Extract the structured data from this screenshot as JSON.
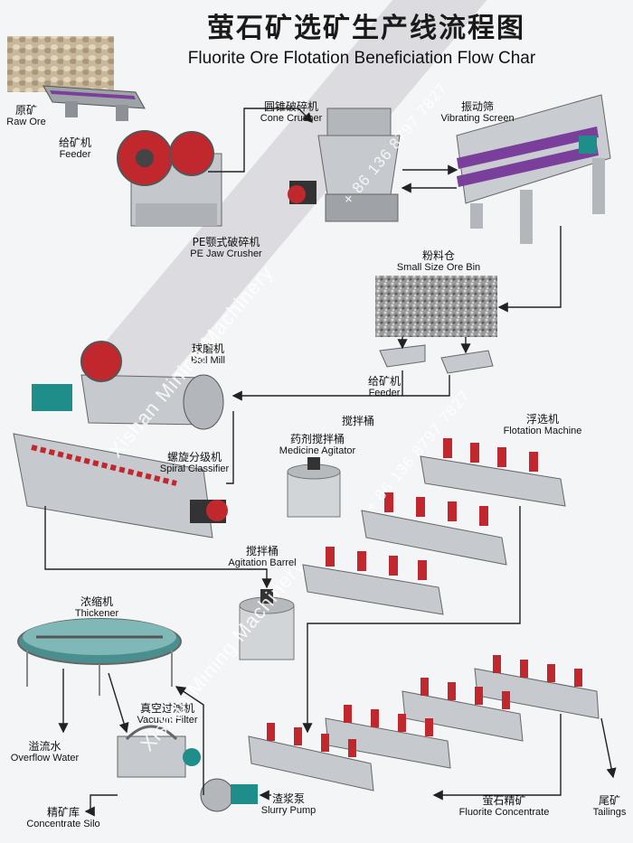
{
  "title": {
    "cn": "萤石矿选矿生产线流程图",
    "en": "Fluorite Ore Flotation Beneficiation Flow Char"
  },
  "labels": {
    "raw_ore": {
      "cn": "原矿",
      "en": "Raw Ore"
    },
    "feeder1": {
      "cn": "给矿机",
      "en": "Feeder"
    },
    "jaw_crusher": {
      "cn": "PE颚式破碎机",
      "en": "PE Jaw Crusher"
    },
    "cone_crusher": {
      "cn": "圆锥破碎机",
      "en": "Cone Crusher"
    },
    "vibrating_screen": {
      "cn": "振动筛",
      "en": "Vibrating Screen"
    },
    "ore_bin": {
      "cn": "粉料仓",
      "en": "Small Size Ore Bin"
    },
    "feeder2": {
      "cn": "给矿机",
      "en": "Feeder"
    },
    "ball_mill": {
      "cn": "球磨机",
      "en": "Ball Mill"
    },
    "spiral_classifier": {
      "cn": "螺旋分级机",
      "en": "Spiral Classifier"
    },
    "agitator_tank": {
      "cn": "搅拌桶",
      "en": ""
    },
    "medicine_agitator": {
      "cn": "药剂搅拌桶",
      "en": "Medicine Agitator"
    },
    "flotation_machine": {
      "cn": "浮选机",
      "en": "Flotation Machine"
    },
    "agitation_barrel": {
      "cn": "搅拌桶",
      "en": "Agitation Barrel"
    },
    "thickener": {
      "cn": "浓缩机",
      "en": "Thickener"
    },
    "vacuum_filter": {
      "cn": "真空过滤机",
      "en": "Vacuum Filter"
    },
    "overflow_water": {
      "cn": "溢流水",
      "en": "Overflow Water"
    },
    "concentrate_silo": {
      "cn": "精矿库",
      "en": "Concentrate Silo"
    },
    "slurry_pump": {
      "cn": "渣浆泵",
      "en": "Slurry Pump"
    },
    "fluorite_concentrate": {
      "cn": "萤石精矿",
      "en": "Fluorite Concentrate"
    },
    "tailings": {
      "cn": "尾矿",
      "en": "Tailings"
    }
  },
  "watermark": {
    "company": "Xishan Mining Machinery",
    "phone": "+ 86 136 8797 7827"
  },
  "colors": {
    "machine_red": "#c0282d",
    "machine_gray": "#b9bcc0",
    "flow_line": "#222222"
  }
}
